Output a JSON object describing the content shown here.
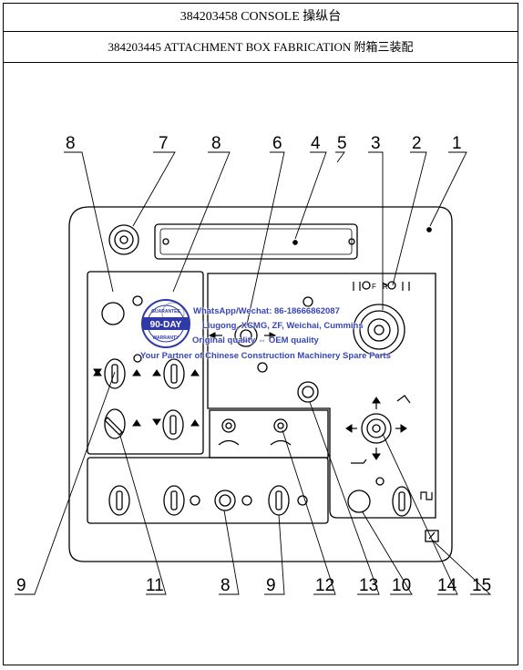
{
  "header": {
    "title": "384203458 CONSOLE 操纵台",
    "subtitle": "384203445 ATTACHMENT BOX FABRICATION 附箱三装配"
  },
  "callouts_top": [
    "8",
    "7",
    "8",
    "6",
    "4",
    "5",
    "3",
    "2",
    "1"
  ],
  "callouts_bottom": [
    "9",
    "11",
    "8",
    "9",
    "12",
    "13",
    "10",
    "14",
    "15"
  ],
  "labels": {
    "fr_f": "F",
    "fr_r": "R"
  },
  "watermark": {
    "line1": "WhatsApp/Wechat: 86-18666862087",
    "line2": "Liugong, XCMG, ZF, Weichai, Cummins",
    "line3": "Original quality ⇔ OEM quality",
    "line4": "Your Partner of Chinese Construction Machinery Spare Parts",
    "seal_top": "GUARANTEE",
    "seal_mid": "90-DAY",
    "seal_bottom": "WARRANTY"
  },
  "colors": {
    "line": "#000000",
    "watermark": "#3a46b8",
    "seal": "#2f3aa8"
  }
}
